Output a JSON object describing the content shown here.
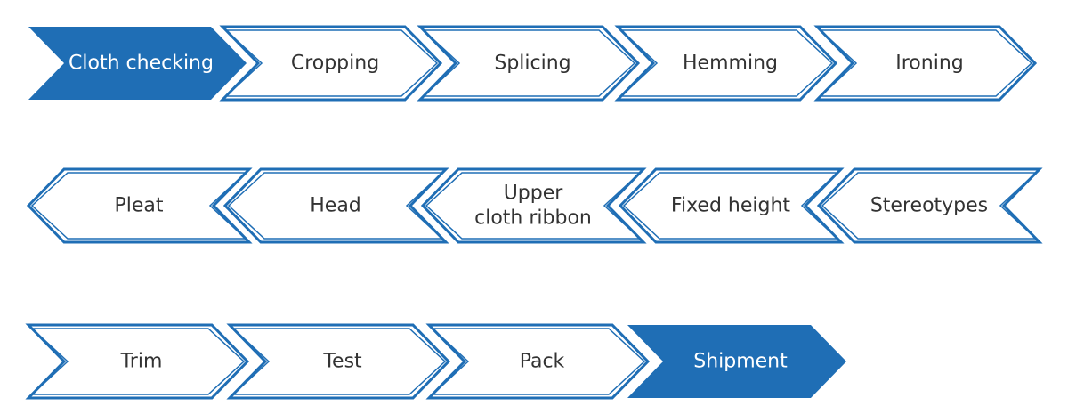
{
  "colors": {
    "accent": "#1F6EB5",
    "outline": "#1F6EB5",
    "fill_plain": "#FFFFFF",
    "text_on_accent": "#FFFFFF",
    "text_plain": "#333333"
  },
  "rows": [
    {
      "direction": "right",
      "steps": [
        {
          "name": "cloth-checking",
          "label": [
            "Cloth checking"
          ],
          "filled": true,
          "icon": "chevron-right-arrow"
        },
        {
          "name": "cropping",
          "label": [
            "Cropping"
          ],
          "filled": false,
          "icon": "chevron-right-arrow"
        },
        {
          "name": "splicing",
          "label": [
            "Splicing"
          ],
          "filled": false,
          "icon": "chevron-right-arrow"
        },
        {
          "name": "hemming",
          "label": [
            "Hemming"
          ],
          "filled": false,
          "icon": "chevron-right-arrow"
        },
        {
          "name": "ironing",
          "label": [
            "Ironing"
          ],
          "filled": false,
          "icon": "chevron-right-arrow"
        }
      ]
    },
    {
      "direction": "left",
      "steps": [
        {
          "name": "pleat",
          "label": [
            "Pleat"
          ],
          "filled": false,
          "icon": "chevron-left-arrow"
        },
        {
          "name": "head",
          "label": [
            "Head"
          ],
          "filled": false,
          "icon": "chevron-left-arrow"
        },
        {
          "name": "upper-cloth-ribbon",
          "label": [
            "Upper",
            "cloth ribbon"
          ],
          "filled": false,
          "icon": "chevron-left-arrow"
        },
        {
          "name": "fixed-height",
          "label": [
            "Fixed height"
          ],
          "filled": false,
          "icon": "chevron-left-arrow"
        },
        {
          "name": "stereotypes",
          "label": [
            "Stereotypes"
          ],
          "filled": false,
          "icon": "chevron-left-arrow"
        }
      ]
    },
    {
      "direction": "right",
      "steps": [
        {
          "name": "trim",
          "label": [
            "Trim"
          ],
          "filled": false,
          "icon": "chevron-right-arrow"
        },
        {
          "name": "test",
          "label": [
            "Test"
          ],
          "filled": false,
          "icon": "chevron-right-arrow"
        },
        {
          "name": "pack",
          "label": [
            "Pack"
          ],
          "filled": false,
          "icon": "chevron-right-arrow"
        },
        {
          "name": "shipment",
          "label": [
            "Shipment"
          ],
          "filled": true,
          "icon": "chevron-right-arrow"
        }
      ]
    }
  ]
}
